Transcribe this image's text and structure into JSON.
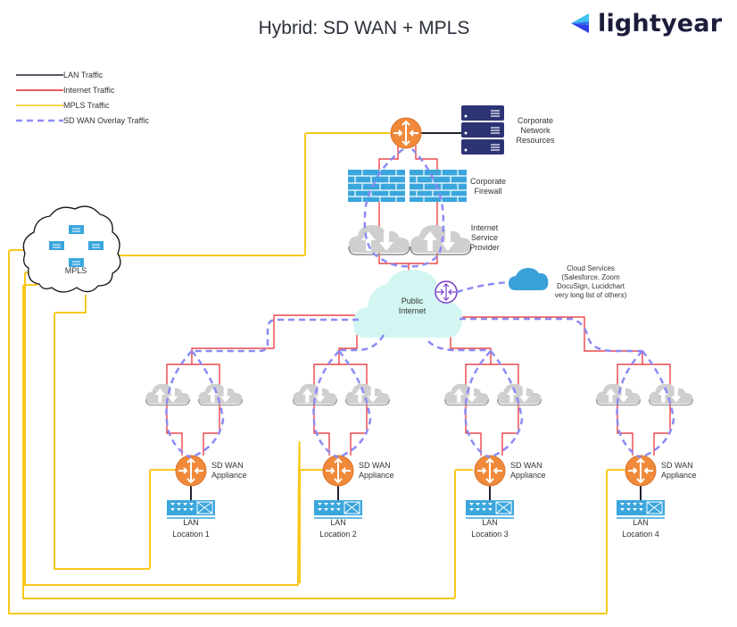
{
  "header": {
    "title": "Hybrid: SD WAN + MPLS",
    "brand": "lightyear"
  },
  "legend": [
    {
      "label": "LAN Traffic",
      "color": "#1f2330",
      "style": "solid"
    },
    {
      "label": "Internet Traffic",
      "color": "#e8262b",
      "style": "solid"
    },
    {
      "label": "MPLS Traffic",
      "color": "#f8c81c",
      "style": "solid"
    },
    {
      "label": "SD WAN Overlay Traffic",
      "color": "#8b8bf5",
      "style": "dashed"
    }
  ],
  "nodes": {
    "corporate_resources": {
      "line1": "Corporate",
      "line2": "Network",
      "line3": "Resources"
    },
    "corporate_firewall": {
      "line1": "Corporate",
      "line2": "Firewall"
    },
    "isp": {
      "line1": "Internet",
      "line2": "Service",
      "line3": "Provider"
    },
    "public_internet": {
      "line1": "Public",
      "line2": "Internet"
    },
    "cloud_services": {
      "line1": "Cloud Services",
      "line2": "(Salesforce, Zoom",
      "line3": "DocuSign, Lucidchart",
      "line4": "very long list of others)"
    },
    "mpls": {
      "label": "MPLS"
    }
  },
  "locations": [
    {
      "appliance_line1": "SD WAN",
      "appliance_line2": "Appliance",
      "lan": "LAN",
      "name": "Location 1"
    },
    {
      "appliance_line1": "SD WAN",
      "appliance_line2": "Appliance",
      "lan": "LAN",
      "name": "Location 2"
    },
    {
      "appliance_line1": "SD WAN",
      "appliance_line2": "Appliance",
      "lan": "LAN",
      "name": "Location 3"
    },
    {
      "appliance_line1": "SD WAN",
      "appliance_line2": "Appliance",
      "lan": "LAN",
      "name": "Location 4"
    }
  ],
  "colors": {
    "lan": "#1f2330",
    "internet": "#e8262b",
    "mpls": "#f8c81c",
    "overlay": "#8b8bf5",
    "router": "#f08a3a",
    "firewall": "#3aa6dc",
    "server": "#2c3476",
    "public_internet": "#d3f6f2",
    "cloud_services": "#3aa0d8",
    "isp_cloud": "#cfcfcf"
  }
}
